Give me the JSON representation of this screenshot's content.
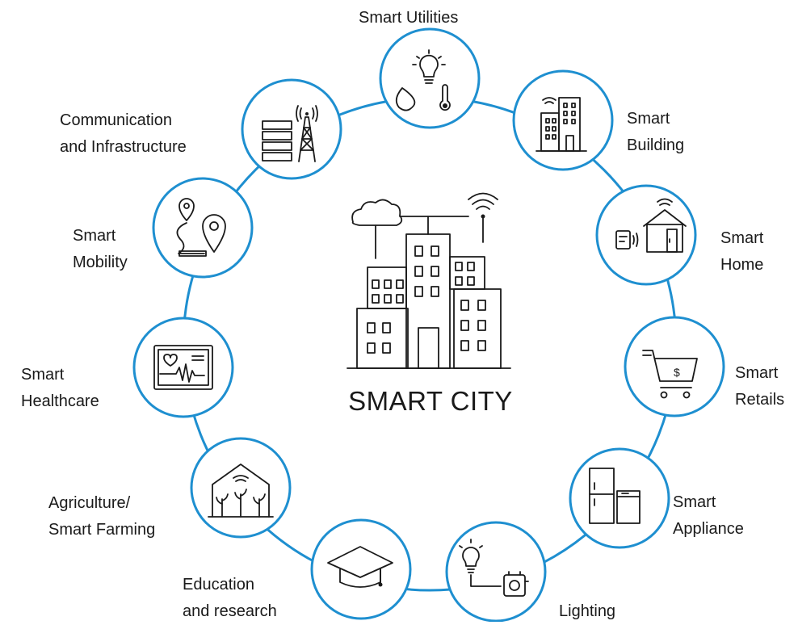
{
  "center": {
    "title": "SMART CITY"
  },
  "colors": {
    "ring": "#1e8fd0",
    "icon": "#1a1a1a",
    "background": "#ffffff"
  },
  "nodes": [
    {
      "id": "smart-utilities",
      "icon": "utilities-icon",
      "label": [
        "Smart Utilities"
      ]
    },
    {
      "id": "smart-building",
      "icon": "building-icon",
      "label": [
        "Smart",
        "Building"
      ]
    },
    {
      "id": "smart-home",
      "icon": "home-icon",
      "label": [
        "Smart",
        "Home"
      ]
    },
    {
      "id": "smart-retails",
      "icon": "shopping-cart-icon",
      "label": [
        "Smart",
        "Retails"
      ]
    },
    {
      "id": "smart-appliance",
      "icon": "appliance-icon",
      "label": [
        "Smart",
        "Appliance"
      ]
    },
    {
      "id": "lighting",
      "icon": "lighting-icon",
      "label": [
        "Lighting"
      ]
    },
    {
      "id": "education",
      "icon": "graduation-cap-icon",
      "label": [
        "Education",
        "and research"
      ]
    },
    {
      "id": "agriculture",
      "icon": "greenhouse-icon",
      "label": [
        "Agriculture/",
        "Smart Farming"
      ]
    },
    {
      "id": "smart-healthcare",
      "icon": "heart-monitor-icon",
      "label": [
        "Smart",
        "Healthcare"
      ]
    },
    {
      "id": "smart-mobility",
      "icon": "map-pin-route-icon",
      "label": [
        "Smart",
        "Mobility"
      ]
    },
    {
      "id": "communication",
      "icon": "tower-server-icon",
      "label": [
        "Communication",
        "and Infrastructure"
      ]
    }
  ]
}
